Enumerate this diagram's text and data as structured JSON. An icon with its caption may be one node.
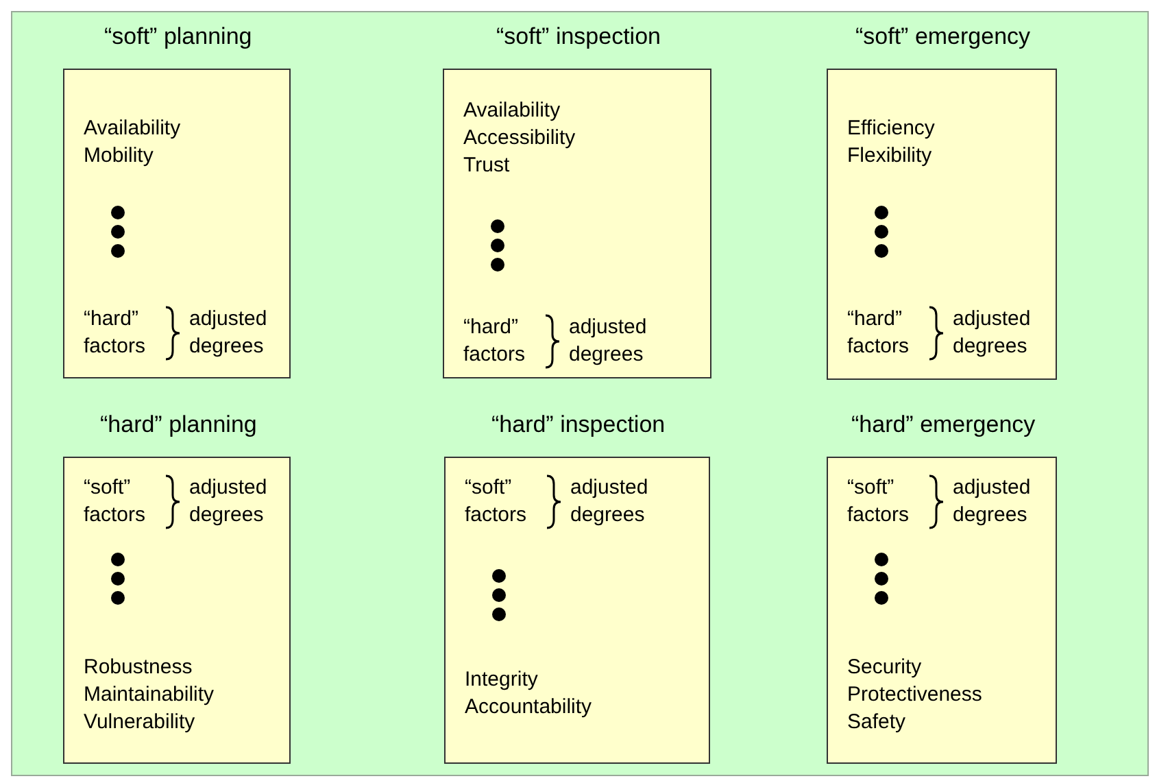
{
  "diagram": {
    "nodes": [
      {
        "text": [
          "“soft” planning",
          "Availability",
          "Mobility",
          "“hard” factors",
          "adjusted degrees"
        ]
      },
      {
        "text": [
          "“soft” inspection",
          "Availability",
          "Accessibility",
          "Trust",
          "“hard” factors",
          "adjusted degrees"
        ]
      },
      {
        "text": [
          "“soft” emergency",
          "Efficiency",
          "Flexibility",
          "“hard” factors",
          "adjusted degrees"
        ]
      },
      {
        "text": [
          "“hard” planning",
          "“soft” factors",
          "adjusted degrees",
          "Robustness",
          "Maintainability",
          "Vulnerability"
        ]
      },
      {
        "text": [
          "“hard” inspection",
          "“soft” factors",
          "adjusted degrees",
          "Integrity",
          "Accountability"
        ]
      },
      {
        "text": [
          "“hard” emergency",
          "“soft” factors",
          "adjusted degrees",
          "Security",
          "Protectiveness",
          "Safety"
        ]
      }
    ]
  }
}
